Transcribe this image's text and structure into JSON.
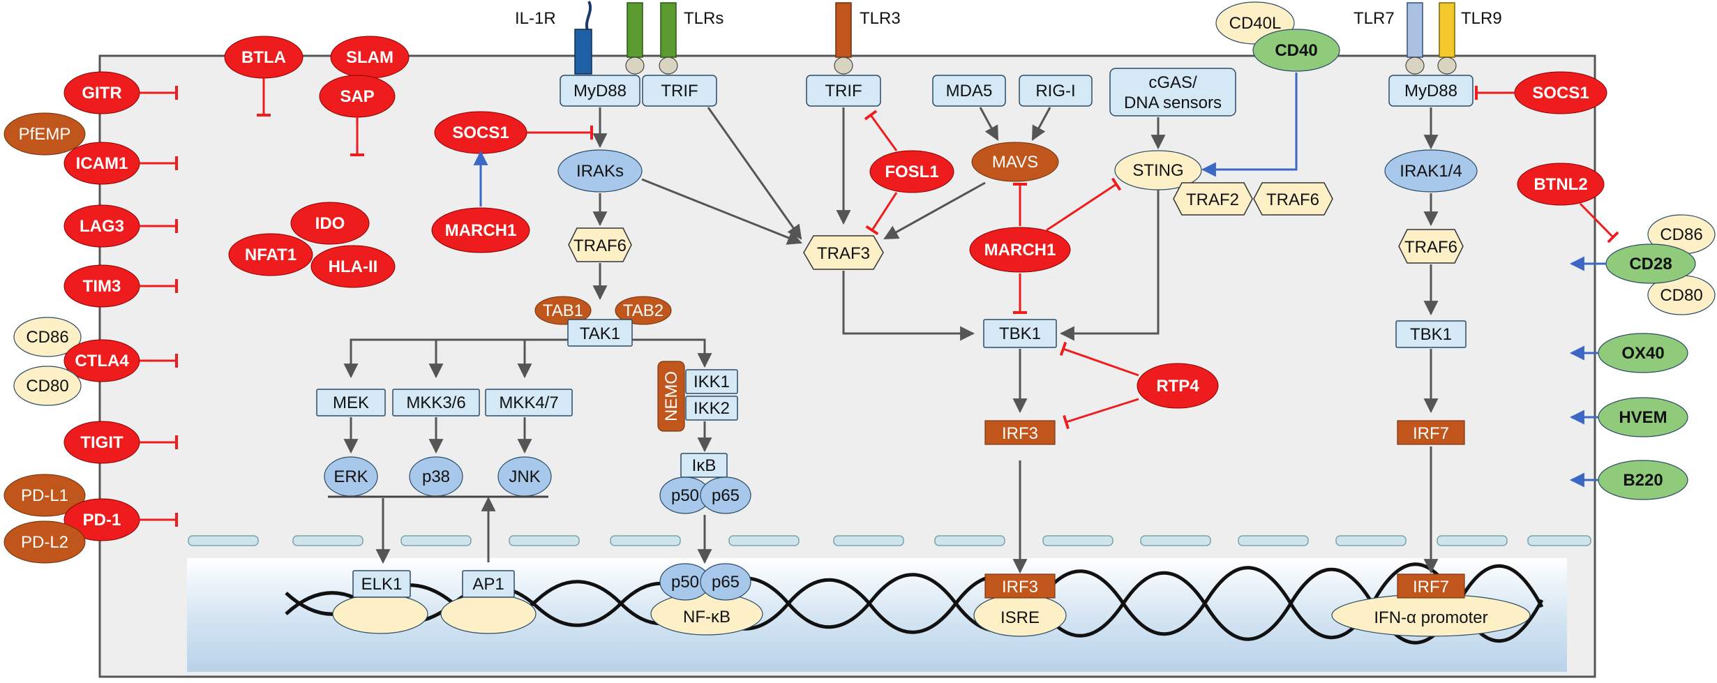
{
  "receptors": {
    "il1r": "IL-1R",
    "tlrs": "TLRs",
    "tlr3": "TLR3",
    "tlr7": "TLR7",
    "tlr9": "TLR9"
  },
  "membrane_left": {
    "gitr": "GITR",
    "pfemp": "PfEMP",
    "icam1": "ICAM1",
    "lag3": "LAG3",
    "tim3": "TIM3",
    "cd86": "CD86",
    "ctla4": "CTLA4",
    "cd80": "CD80",
    "tigit": "TIGIT",
    "pdl1": "PD-L1",
    "pd1": "PD-1",
    "pdl2": "PD-L2"
  },
  "membrane_right": {
    "cd40l": "CD40L",
    "cd40": "CD40",
    "socs1": "SOCS1",
    "btnl2": "BTNL2",
    "cd86": "CD86",
    "cd28": "CD28",
    "cd80": "CD80",
    "ox40": "OX40",
    "hvem": "HVEM",
    "b220": "B220"
  },
  "regulators": {
    "btla": "BTLA",
    "slam": "SLAM",
    "sap": "SAP",
    "ido": "IDO",
    "nfat1": "NFAT1",
    "hla2": "HLA-II",
    "socs1": "SOCS1",
    "march1_left": "MARCH1",
    "fosl1": "FOSL1",
    "march1_mid": "MARCH1",
    "rtp4": "RTP4"
  },
  "pathway_myd88": {
    "myd88": "MyD88",
    "trif": "TRIF",
    "iraks": "IRAKs",
    "traf6": "TRAF6",
    "tab1": "TAB1",
    "tab2": "TAB2",
    "tak1": "TAK1",
    "mek": "MEK",
    "mkk36": "MKK3/6",
    "mkk47": "MKK4/7",
    "erk": "ERK",
    "p38": "p38",
    "jnk": "JNK",
    "nemo": "NEMO",
    "ikk1": "IKK1",
    "ikk2": "IKK2",
    "ikb": "IκB",
    "p50": "p50",
    "p65": "p65"
  },
  "pathway_tlr3": {
    "trif": "TRIF",
    "traf3": "TRAF3"
  },
  "pathway_rlr": {
    "mda5": "MDA5",
    "rigi": "RIG-I",
    "mavs": "MAVS",
    "cgas_line1": "cGAS/",
    "cgas_line2": "DNA sensors",
    "sting": "STING",
    "traf2": "TRAF2",
    "traf6": "TRAF6",
    "tbk1": "TBK1",
    "irf3": "IRF3"
  },
  "pathway_tlr79": {
    "myd88": "MyD88",
    "irak14": "IRAK1/4",
    "traf6": "TRAF6",
    "tbk1": "TBK1",
    "irf7": "IRF7"
  },
  "nucleus": {
    "elk1": "ELK1",
    "ap1": "AP1",
    "p50": "p50",
    "p65": "p65",
    "nfkb": "NF-κB",
    "irf3": "IRF3",
    "isre": "ISRE",
    "irf7": "IRF7",
    "ifna_promoter": "IFN-α promoter"
  },
  "colors": {
    "regulator_red": "#ee1c1c",
    "protein_blue": "#d4e8f5",
    "orange": "#c0561b",
    "ligand_green": "#8fcb7a",
    "cream": "#fdf0c6"
  }
}
